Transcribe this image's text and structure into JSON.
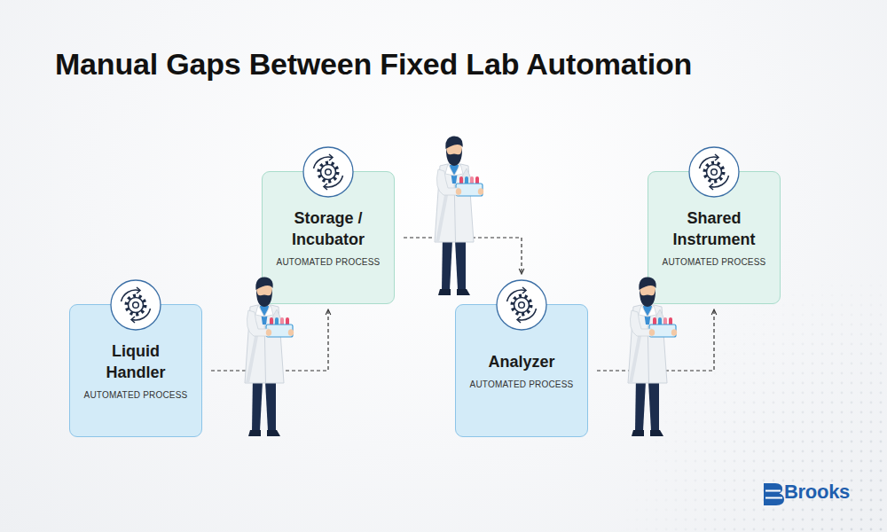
{
  "diagram": {
    "title": "Manual Gaps Between Fixed Lab Automation",
    "nodes": [
      {
        "text": [
          "Liquid Handler",
          "AUTOMATED PROCESS"
        ]
      },
      {
        "text": [
          "Storage / Incubator",
          "AUTOMATED PROCESS"
        ]
      },
      {
        "text": [
          "Analyzer",
          "AUTOMATED PROCESS"
        ]
      },
      {
        "text": [
          "Shared Instrument",
          "AUTOMATED PROCESS"
        ]
      }
    ],
    "edges": [
      {
        "from": 0,
        "to": 1,
        "arrow": "to"
      },
      {
        "from": 1,
        "to": 2,
        "arrow": "to"
      },
      {
        "from": 2,
        "to": 3,
        "arrow": "to"
      }
    ],
    "labels": [
      "Brooks"
    ]
  }
}
